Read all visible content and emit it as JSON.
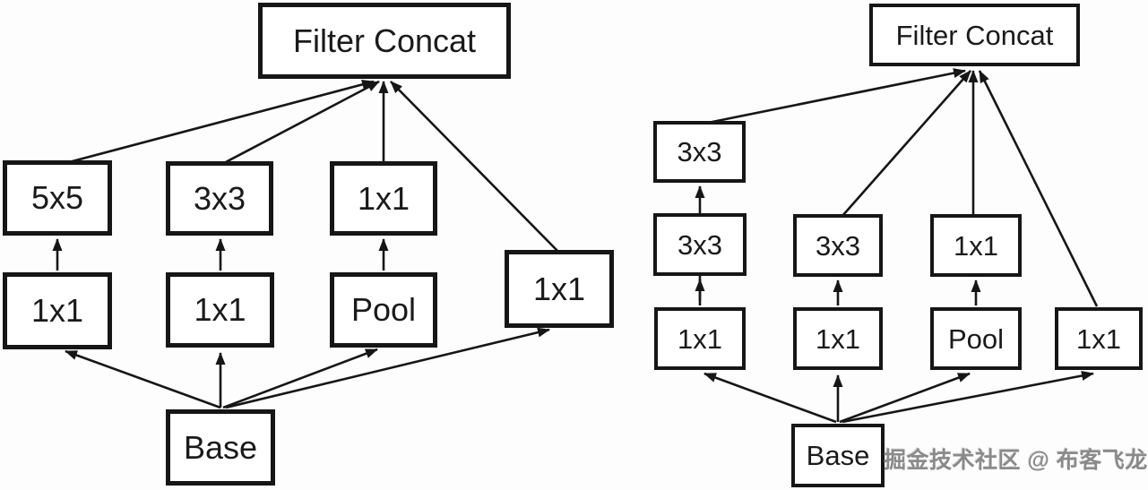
{
  "colors": {
    "ink": "#161616",
    "watermark_gray": "#8a8a8a"
  },
  "left_diagram": {
    "filter_concat": "Filter Concat",
    "row1": [
      "5x5",
      "3x3",
      "1x1"
    ],
    "row2": [
      "1x1",
      "1x1",
      "Pool"
    ],
    "side_branch": "1x1",
    "base": "Base"
  },
  "right_diagram": {
    "filter_concat": "Filter Concat",
    "top": "3x3",
    "row1": [
      "3x3",
      "3x3",
      "1x1"
    ],
    "row2": [
      "1x1",
      "1x1",
      "Pool"
    ],
    "side_branch": "1x1",
    "base": "Base"
  },
  "watermark": "掘金技术社区 @ 布客飞龙"
}
